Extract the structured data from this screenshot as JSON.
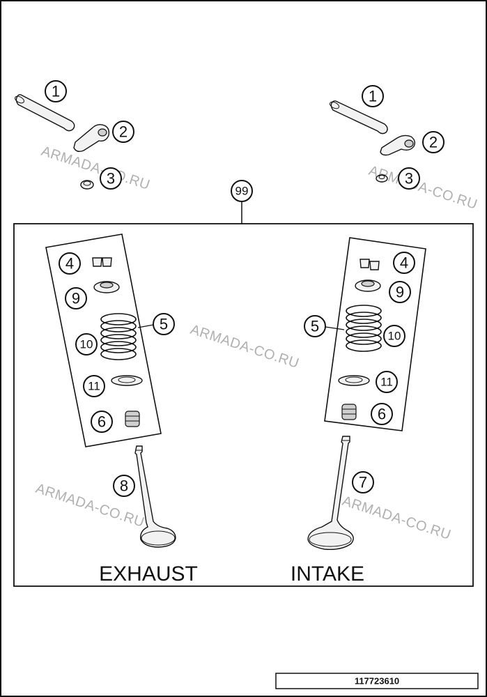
{
  "watermarks": [
    "ARMADA-CO.RU",
    "ARMADA-CO.RU",
    "ARMADA-CO.RU",
    "ARMADA-CO.RU",
    "ARMADA-CO.RU"
  ],
  "callouts": {
    "shaft_left": "1",
    "rocker_left": "2",
    "nut_left": "3",
    "shaft_right": "1",
    "rocker_right": "2",
    "nut_right": "3",
    "kit": "99",
    "keepers_exh": "4",
    "retainer_exh": "9",
    "spring_exh_group": "5",
    "spring_exh": "10",
    "seat_exh": "11",
    "seal_exh": "6",
    "keepers_int": "4",
    "retainer_int": "9",
    "spring_int_group": "5",
    "spring_int": "10",
    "seat_int": "11",
    "seal_int": "6",
    "valve_exh": "8",
    "valve_int": "7"
  },
  "labels": {
    "exhaust": "EXHAUST",
    "intake": "INTAKE"
  },
  "part_number": "117723610"
}
